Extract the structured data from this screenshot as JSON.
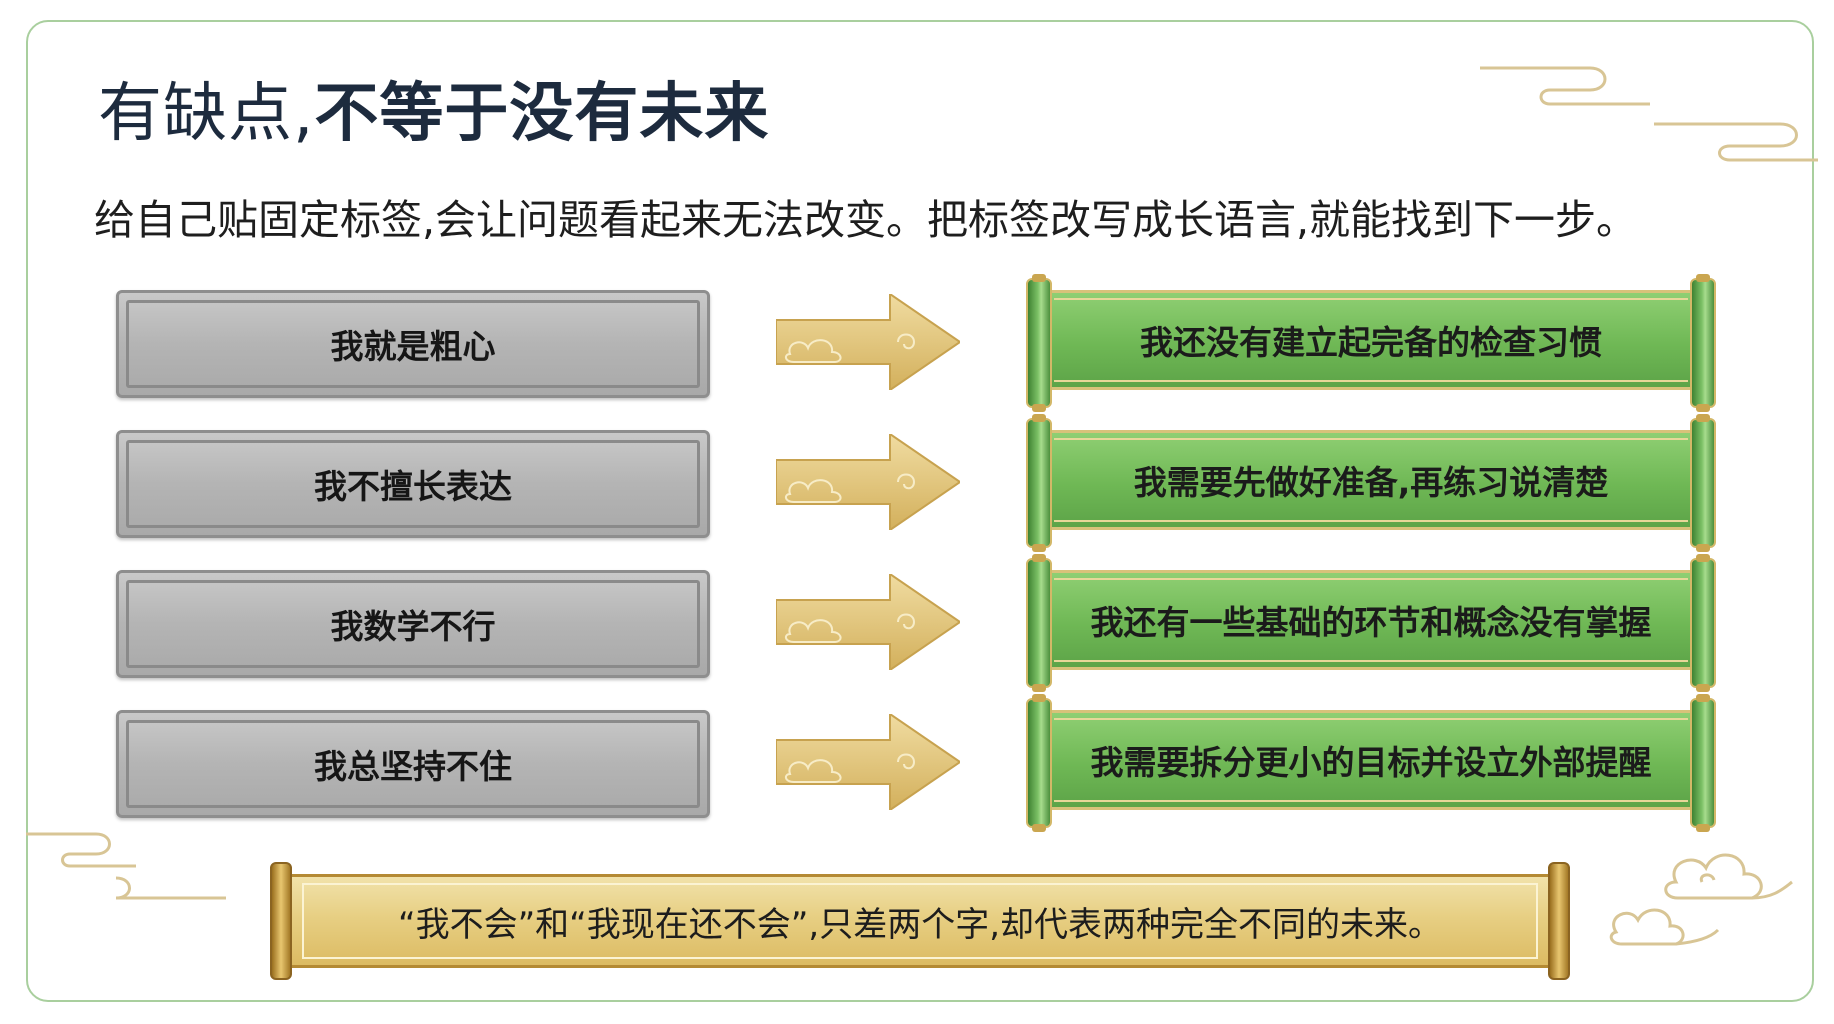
{
  "header": {
    "title_part1": "有缺点,",
    "title_part2": "不等于没有未来",
    "subtitle": "给自己贴固定标签,会让问题看起来无法改变。把标签改写成长语言,就能找到下一步。"
  },
  "rows": [
    {
      "label": "我就是粗心",
      "growth": "我还没有建立起完备的检查习惯"
    },
    {
      "label": "我不擅长表达",
      "growth": "我需要先做好准备,再练习说清楚"
    },
    {
      "label": "我数学不行",
      "growth": "我还有一些基础的环节和概念没有掌握"
    },
    {
      "label": "我总坚持不住",
      "growth": "我需要拆分更小的目标并设立外部提醒"
    }
  ],
  "banner": {
    "text": "“我不会”和“我现在还不会”,只差两个字,却代表两种完全不同的未来。"
  },
  "colors": {
    "frame": "#a9cf9e",
    "label_gray": "#b4b4b4",
    "scroll_green": "#6fb855",
    "arrow_gold": "#dcbb63",
    "banner_gold": "#e7cf83"
  },
  "icons": [
    "arrow-right-icon",
    "cloud-pattern-icon",
    "swirl-decoration-icon"
  ]
}
